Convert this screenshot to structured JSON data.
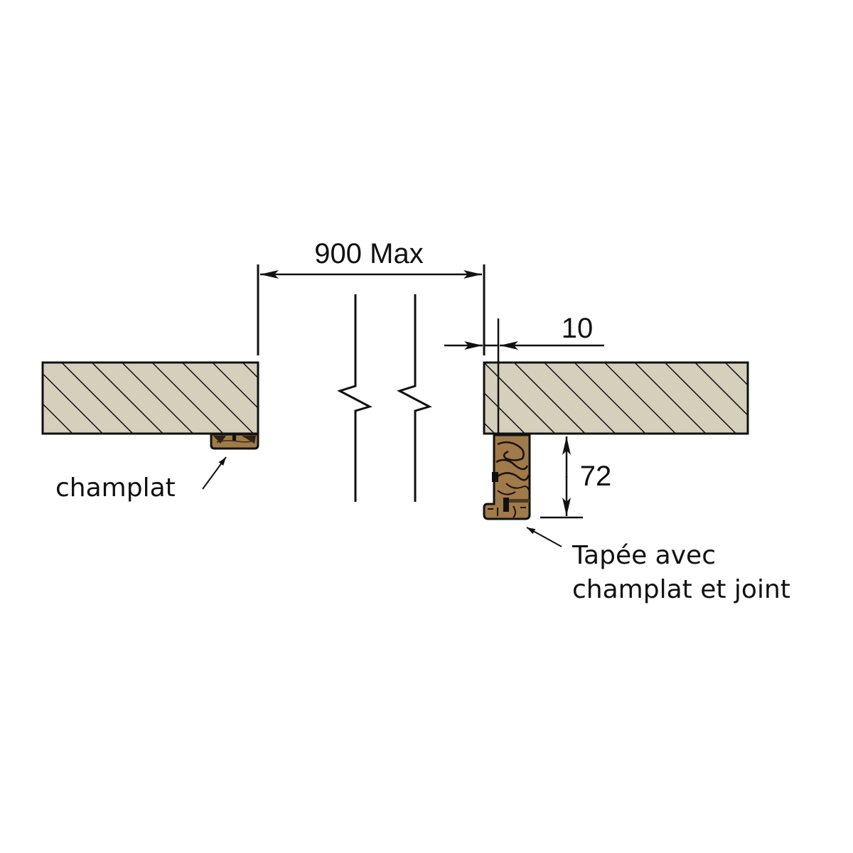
{
  "diagram": {
    "type": "technical-section-drawing",
    "colors": {
      "wall_fill": "#d4d0bc",
      "hatch_line": "#111111",
      "wood_fill": "#a07a4a",
      "wood_grain": "#1a140c",
      "line": "#111111",
      "background": "#ffffff"
    },
    "dimensions": {
      "opening_width": {
        "label": "900 Max",
        "value": 900,
        "qualifier": "Max"
      },
      "offset": {
        "label": "10",
        "value": 10
      },
      "tapee_depth": {
        "label": "72",
        "value": 72
      }
    },
    "labels": {
      "left_trim": "champlat",
      "right_trim_line1": "Tapée avec",
      "right_trim_line2": "champlat et joint"
    },
    "elements": [
      {
        "name": "left-wall",
        "kind": "hatched-section"
      },
      {
        "name": "right-wall",
        "kind": "hatched-section"
      },
      {
        "name": "left-champlat",
        "kind": "wood-trim"
      },
      {
        "name": "right-tapee",
        "kind": "wood-frame-with-seal"
      },
      {
        "name": "break-lines",
        "kind": "break-symbol",
        "count": 2
      }
    ]
  }
}
